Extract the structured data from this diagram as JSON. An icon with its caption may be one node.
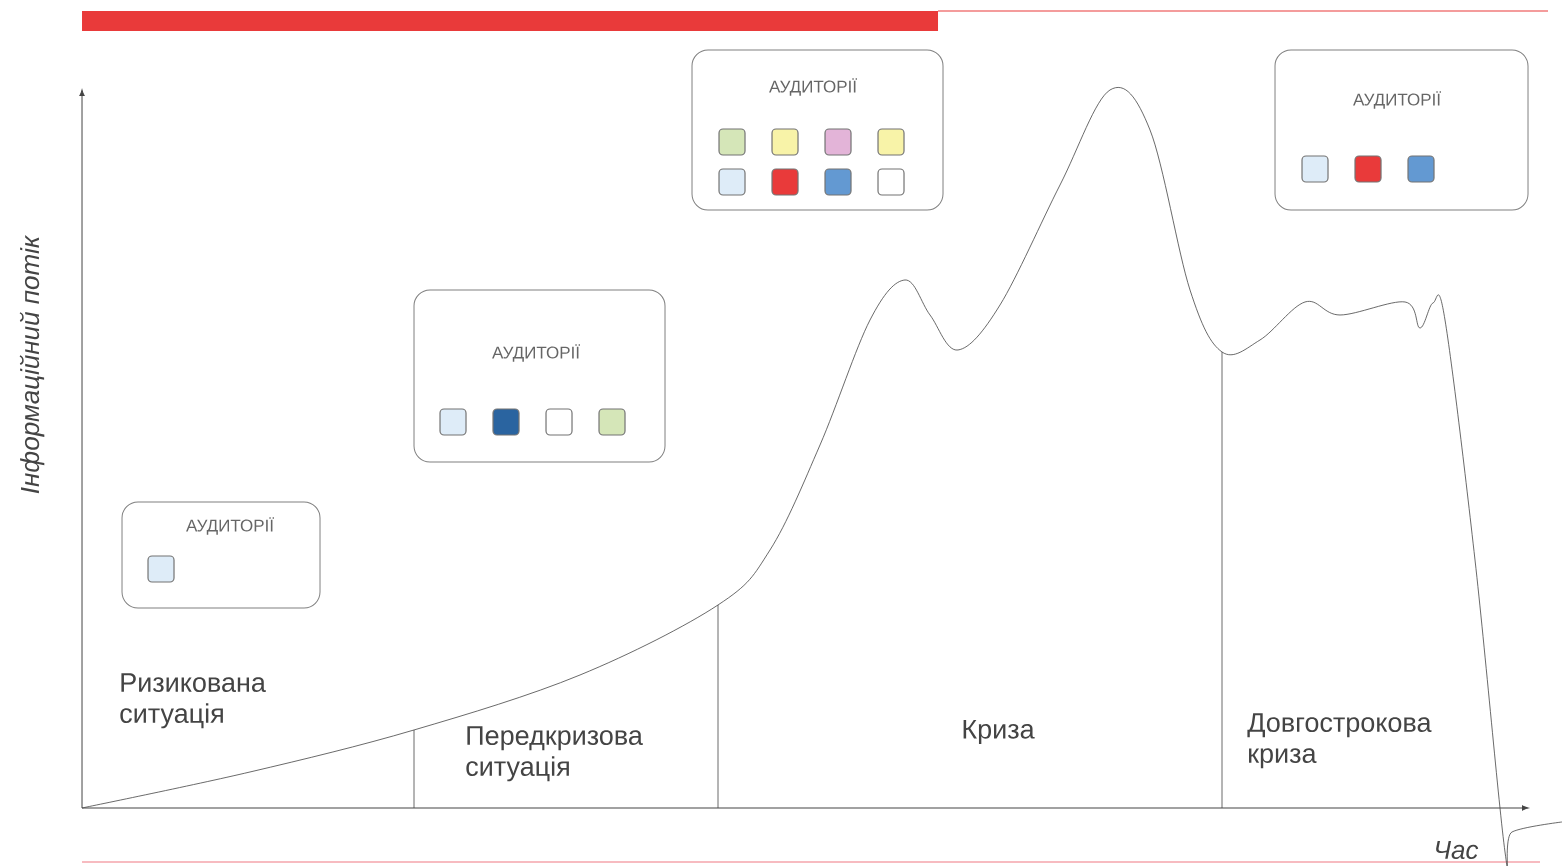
{
  "diagram": {
    "nodes": [
      {
        "text": [
          "АУДИТОРІЇ"
        ]
      },
      {
        "text": [],
        "shape": "box",
        "in": 0
      },
      {
        "text": [
          "АУДИТОРІЇ"
        ]
      },
      {
        "text": [],
        "shape": "box",
        "in": 2
      },
      {
        "text": [],
        "shape": "box",
        "in": 2
      },
      {
        "text": [],
        "shape": "box",
        "in": 2
      },
      {
        "text": [],
        "shape": "box",
        "in": 2
      },
      {
        "text": [
          "АУДИТОРІЇ"
        ]
      },
      {
        "text": [],
        "shape": "box",
        "in": 7
      },
      {
        "text": [],
        "shape": "box",
        "in": 7
      },
      {
        "text": [],
        "shape": "box",
        "in": 7
      },
      {
        "text": [],
        "shape": "box",
        "in": 7
      },
      {
        "text": [],
        "shape": "box",
        "in": 7
      },
      {
        "text": [],
        "shape": "box",
        "in": 7
      },
      {
        "text": [],
        "shape": "box",
        "in": 7
      },
      {
        "text": [],
        "shape": "box",
        "in": 7
      },
      {
        "text": [
          "АУДИТОРІЇ"
        ]
      },
      {
        "text": [],
        "shape": "box",
        "in": 16
      },
      {
        "text": [],
        "shape": "box",
        "in": 16
      },
      {
        "text": [],
        "shape": "box",
        "in": 16
      }
    ],
    "labels": [
      "Інформаційний потік",
      "Ризикована ситуація",
      "Передкризова ситуація",
      "Криза",
      "Довгострокова криза",
      "Час"
    ]
  }
}
